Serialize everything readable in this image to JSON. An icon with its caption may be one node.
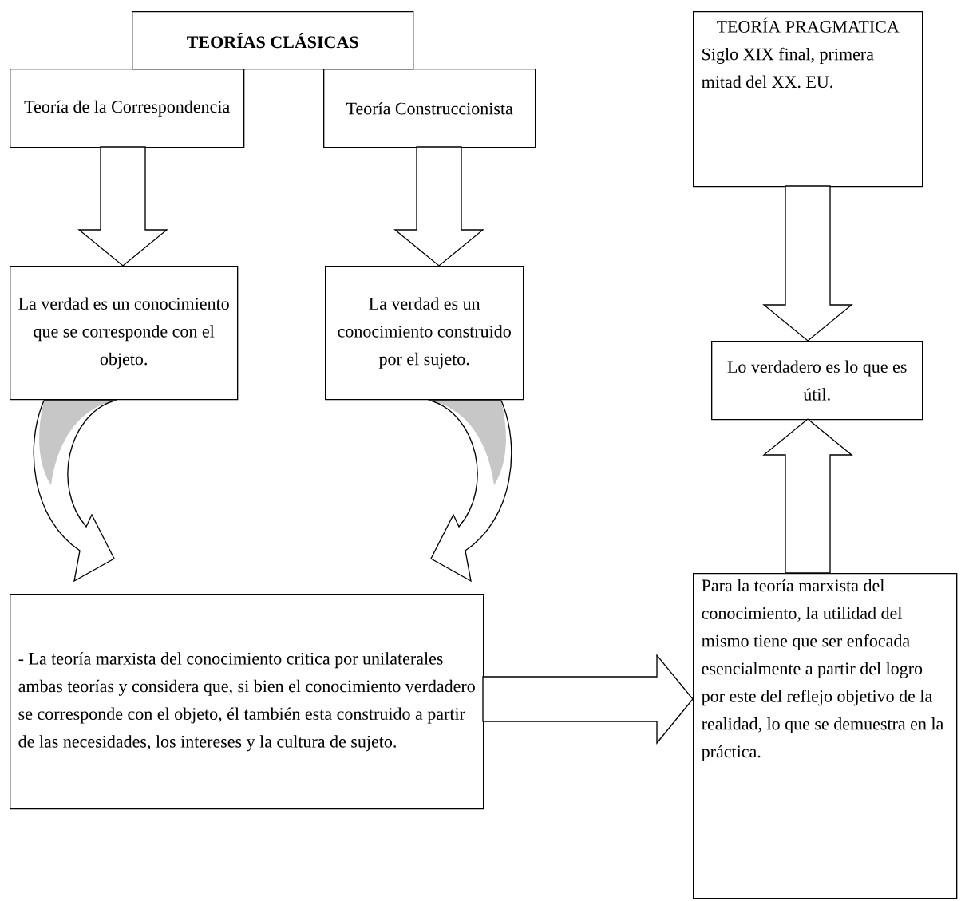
{
  "diagram": {
    "nodes": [
      {
        "text": [
          "TEORÍAS CLÁSICAS"
        ]
      },
      {
        "text": [
          "Teoría de la Correspondencia"
        ]
      },
      {
        "text": [
          "Teoría Construccionista"
        ]
      },
      {
        "text": [
          "La verdad es un conocimiento que se corresponde con el objeto."
        ]
      },
      {
        "text": [
          "La verdad es un conocimiento construido por el sujeto."
        ]
      },
      {
        "text": [
          "- La teoría marxista del conocimiento critica por unilaterales ambas teorías y considera que, si bien el conocimiento verdadero se corresponde con el objeto, él también esta construido a partir de las necesidades, los intereses y la cultura de sujeto."
        ]
      },
      {
        "text": [
          "TEORÍA PRAGMATICA",
          "Siglo XIX final, primera mitad del XX. EU."
        ]
      },
      {
        "text": [
          "Lo verdadero es lo que es útil."
        ]
      },
      {
        "text": [
          "Para la teoría marxista del conocimiento, la utilidad del mismo tiene que ser enfocada esencialmente a partir del logro por este del reflejo objetivo de la realidad, lo que se demuestra en la práctica."
        ]
      }
    ],
    "edges": [
      {
        "from": 1,
        "to": 3,
        "arrow": "to"
      },
      {
        "from": 2,
        "to": 4,
        "arrow": "to"
      },
      {
        "from": 6,
        "to": 7,
        "arrow": "to"
      },
      {
        "from": 8,
        "to": 7,
        "arrow": "to"
      },
      {
        "from": 5,
        "to": 8,
        "arrow": "to"
      },
      {
        "from": 3,
        "to": 5,
        "arrow": "to"
      },
      {
        "from": 4,
        "to": 5,
        "arrow": "to"
      }
    ]
  }
}
